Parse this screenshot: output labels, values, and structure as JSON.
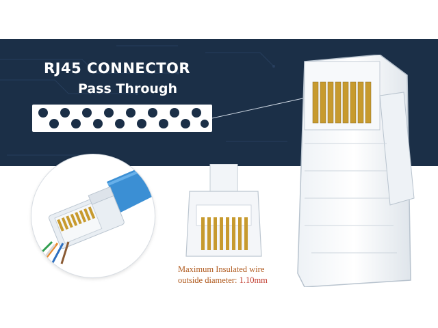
{
  "banner": {
    "title": "RJ45 CONNECTOR",
    "subtitle": "Pass Through",
    "background_color": "#1b2f47"
  },
  "spec": {
    "label_line1": "Maximum Insulated wire",
    "label_line2": "outside diameter: ",
    "value": "1.10mm",
    "label_color": "#b05a1e",
    "value_color": "#c0392b"
  },
  "illustrations": {
    "strip": "pass-through-hole-strip",
    "detail": "crimped-cable-closeup",
    "large": "rj45-connector-large",
    "small": "rj45-connector-front"
  }
}
